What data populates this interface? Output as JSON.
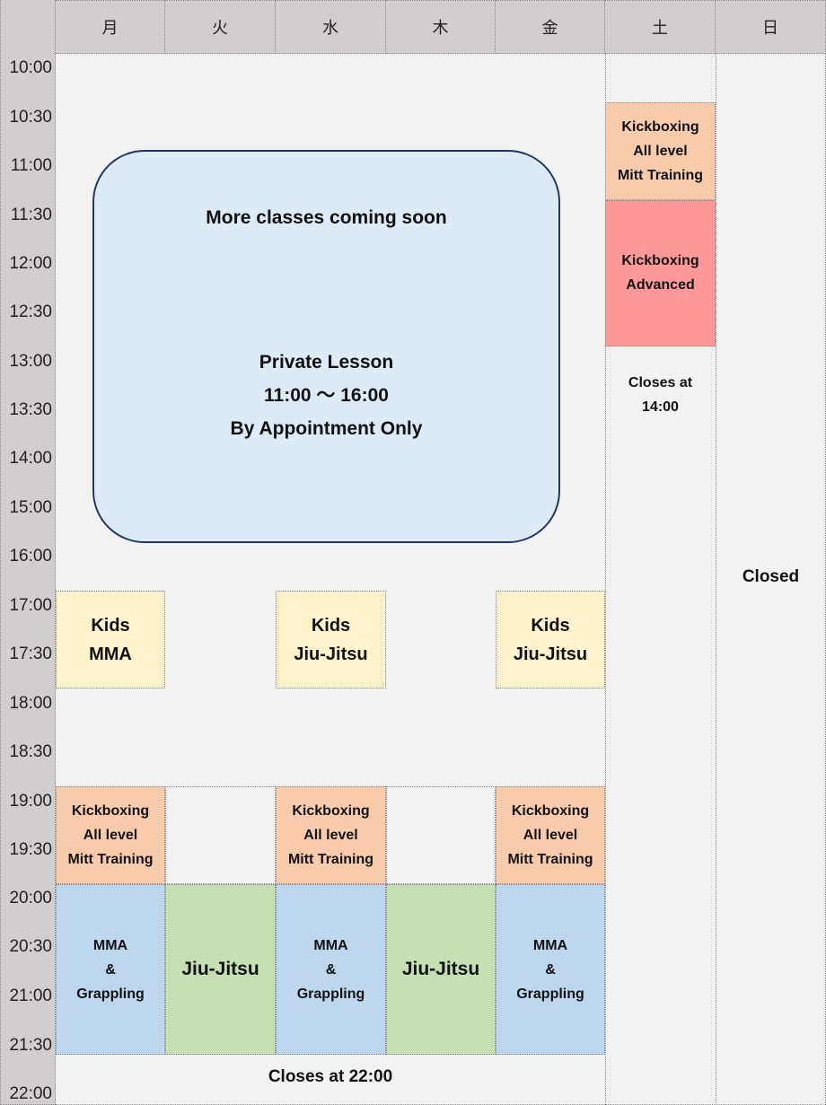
{
  "header": {
    "days": [
      "月",
      "火",
      "水",
      "木",
      "金",
      "土",
      "日"
    ]
  },
  "times": [
    "10:00",
    "10:30",
    "11:00",
    "11:30",
    "12:00",
    "12:30",
    "13:00",
    "13:30",
    "14:00",
    "15:00",
    "16:00",
    "17:00",
    "17:30",
    "18:00",
    "18:30",
    "19:00",
    "19:30",
    "20:00",
    "20:30",
    "21:00",
    "21:30",
    "22:00"
  ],
  "colors": {
    "header_bg": "#D0CECE",
    "grid_bg": "#F2F2F2",
    "kickboxing_all_level": "#F8CBAD",
    "kickboxing_advanced": "#FF9999",
    "kids": "#FFF2CC",
    "mma_grappling": "#BDD7EE",
    "jiu_jitsu": "#C6E0B4",
    "private_box_fill": "#DEEAF6",
    "private_box_border": "#1F3864"
  },
  "private_box": {
    "coming_soon": "More classes coming soon",
    "title": "Private Lesson",
    "hours": "11:00 〜 16:00",
    "note": "By Appointment Only"
  },
  "classes": {
    "kids_mma": [
      "Kids",
      "MMA"
    ],
    "kids_jj": [
      "Kids",
      "Jiu-Jitsu"
    ],
    "kick_all": [
      "Kickboxing",
      "All level",
      "Mitt Training"
    ],
    "kick_adv": [
      "Kickboxing",
      "Advanced"
    ],
    "mma": [
      "MMA",
      "&",
      "Grappling"
    ],
    "jj": "Jiu-Jitsu"
  },
  "notes": {
    "saturday_close": [
      "Closes at",
      "14:00"
    ],
    "sunday": "Closed",
    "weekday_close": "Closes at 22:00"
  }
}
